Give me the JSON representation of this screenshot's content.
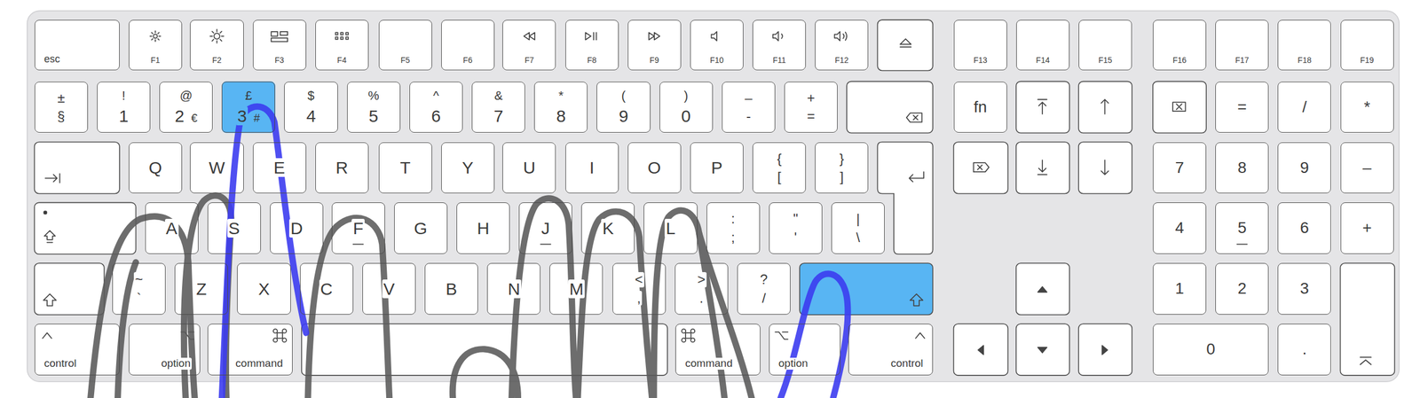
{
  "diagram": {
    "nodes": [
      {
        "text": [
          "esc"
        ]
      },
      {
        "text": [
          "F1"
        ]
      },
      {
        "text": [
          "F2"
        ]
      },
      {
        "text": [
          "F3"
        ]
      },
      {
        "text": [
          "F4"
        ]
      },
      {
        "text": [
          "F5"
        ]
      },
      {
        "text": [
          "F6"
        ]
      },
      {
        "text": [
          "F7"
        ]
      },
      {
        "text": [
          "F8"
        ]
      },
      {
        "text": [
          "F9"
        ]
      },
      {
        "text": [
          "F10"
        ]
      },
      {
        "text": [
          "F11"
        ]
      },
      {
        "text": [
          "F12"
        ]
      },
      {
        "text": [
          "F13"
        ]
      },
      {
        "text": [
          "F14"
        ]
      },
      {
        "text": [
          "F15"
        ]
      },
      {
        "text": [
          "F16"
        ]
      },
      {
        "text": [
          "F17"
        ]
      },
      {
        "text": [
          "F18"
        ]
      },
      {
        "text": [
          "F19"
        ]
      },
      {
        "text": [
          "±",
          "§"
        ]
      },
      {
        "text": [
          "!",
          "1"
        ]
      },
      {
        "text": [
          "@",
          "2",
          "€"
        ]
      },
      {
        "text": [
          "£",
          "3",
          "#"
        ]
      },
      {
        "text": [
          "$",
          "4"
        ]
      },
      {
        "text": [
          "%",
          "5"
        ]
      },
      {
        "text": [
          "^",
          "6"
        ]
      },
      {
        "text": [
          "&",
          "7"
        ]
      },
      {
        "text": [
          "*",
          "8"
        ]
      },
      {
        "text": [
          "(",
          "9"
        ]
      },
      {
        "text": [
          ")",
          "0"
        ]
      },
      {
        "text": [
          "–",
          "-"
        ]
      },
      {
        "text": [
          "+",
          "="
        ]
      },
      {
        "text": [
          "fn"
        ]
      },
      {
        "text": [
          "="
        ]
      },
      {
        "text": [
          "/"
        ]
      },
      {
        "text": [
          "*"
        ]
      },
      {
        "text": [
          "Q"
        ]
      },
      {
        "text": [
          "W"
        ]
      },
      {
        "text": [
          "E"
        ]
      },
      {
        "text": [
          "R"
        ]
      },
      {
        "text": [
          "T"
        ]
      },
      {
        "text": [
          "Y"
        ]
      },
      {
        "text": [
          "U"
        ]
      },
      {
        "text": [
          "I"
        ]
      },
      {
        "text": [
          "O"
        ]
      },
      {
        "text": [
          "P"
        ]
      },
      {
        "text": [
          "{",
          "["
        ]
      },
      {
        "text": [
          "}",
          "]"
        ]
      },
      {
        "text": [
          "7"
        ]
      },
      {
        "text": [
          "8"
        ]
      },
      {
        "text": [
          "9"
        ]
      },
      {
        "text": [
          "–"
        ]
      },
      {
        "text": [
          "A"
        ]
      },
      {
        "text": [
          "S"
        ]
      },
      {
        "text": [
          "D"
        ]
      },
      {
        "text": [
          "F"
        ]
      },
      {
        "text": [
          "G"
        ]
      },
      {
        "text": [
          "H"
        ]
      },
      {
        "text": [
          "J"
        ]
      },
      {
        "text": [
          "K"
        ]
      },
      {
        "text": [
          "L"
        ]
      },
      {
        "text": [
          ":",
          ";"
        ]
      },
      {
        "text": [
          "\"",
          "'"
        ]
      },
      {
        "text": [
          "|",
          "\\"
        ]
      },
      {
        "text": [
          "4"
        ]
      },
      {
        "text": [
          "5"
        ]
      },
      {
        "text": [
          "6"
        ]
      },
      {
        "text": [
          "+"
        ]
      },
      {
        "text": [
          "~",
          "`"
        ]
      },
      {
        "text": [
          "Z"
        ]
      },
      {
        "text": [
          "X"
        ]
      },
      {
        "text": [
          "C"
        ]
      },
      {
        "text": [
          "V"
        ]
      },
      {
        "text": [
          "B"
        ]
      },
      {
        "text": [
          "N"
        ]
      },
      {
        "text": [
          "M"
        ]
      },
      {
        "text": [
          "<",
          ","
        ]
      },
      {
        "text": [
          ">",
          "."
        ]
      },
      {
        "text": [
          "?",
          "/"
        ]
      },
      {
        "text": [
          "1"
        ]
      },
      {
        "text": [
          "2"
        ]
      },
      {
        "text": [
          "3"
        ]
      },
      {
        "text": [
          "control"
        ]
      },
      {
        "text": [
          "option"
        ]
      },
      {
        "text": [
          "command"
        ]
      },
      {
        "text": [
          "command"
        ]
      },
      {
        "text": [
          "option"
        ]
      },
      {
        "text": [
          "control"
        ]
      },
      {
        "text": [
          "0"
        ]
      },
      {
        "text": [
          "."
        ]
      }
    ]
  }
}
